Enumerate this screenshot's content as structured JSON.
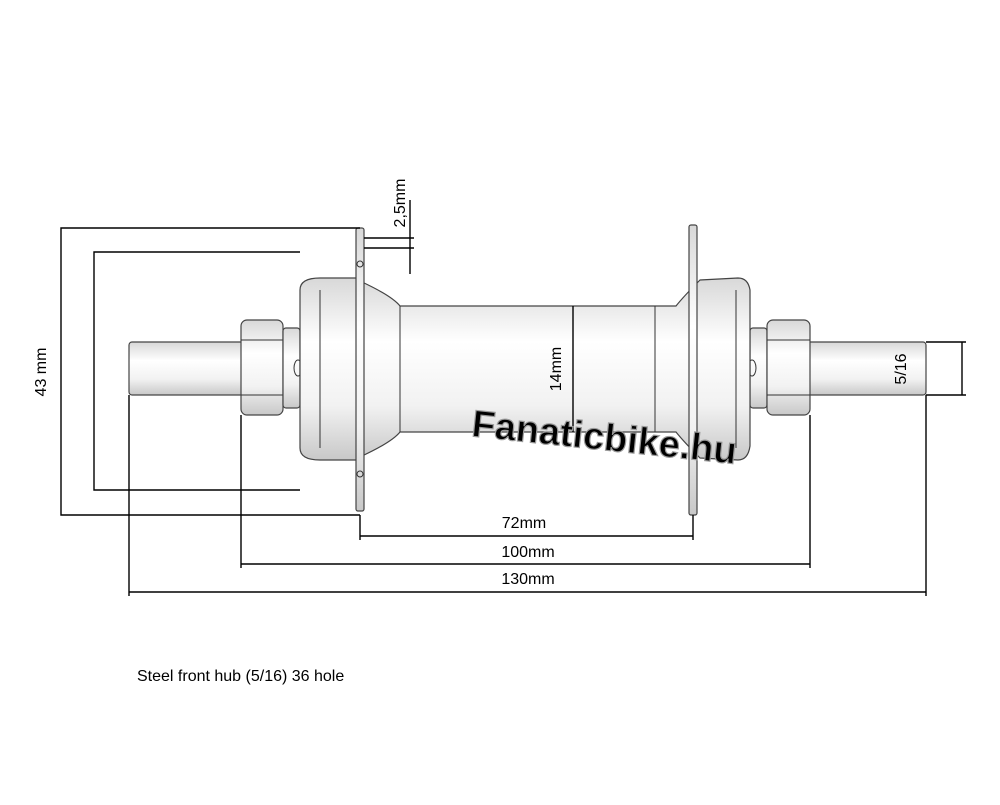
{
  "dimensions": {
    "flange_thickness": "2,5mm",
    "flange_diameter": "43 mm",
    "shell_diameter": "14mm",
    "flange_spacing": "72mm",
    "locknut_width": "100mm",
    "axle_length": "130mm",
    "axle_diameter": "5/16"
  },
  "watermark": "Fanaticbike.hu",
  "caption": "Steel front hub (5/16) 36 hole"
}
